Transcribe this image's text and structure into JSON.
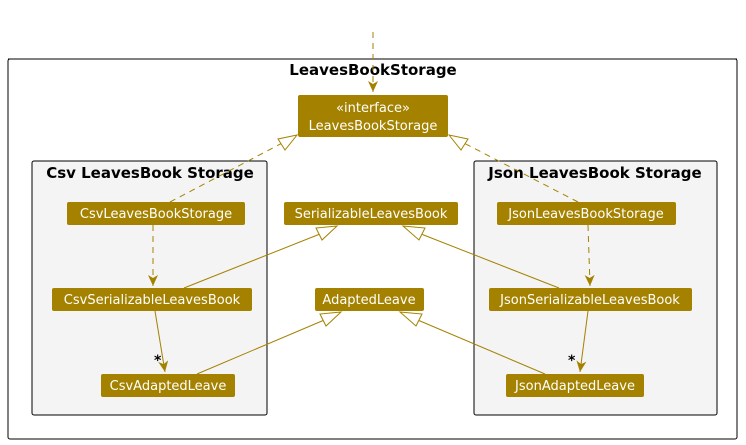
{
  "title": "LeavesBookStorage",
  "packages": {
    "csv": {
      "title": "Csv LeavesBook Storage"
    },
    "json": {
      "title": "Json LeavesBook Storage"
    }
  },
  "classes": {
    "interface_stereotype": "«interface»",
    "interface_name": "LeavesBookStorage",
    "csv_storage": "CsvLeavesBookStorage",
    "csv_serializable": "CsvSerializableLeavesBook",
    "csv_adapted": "CsvAdaptedLeave",
    "serializable": "SerializableLeavesBook",
    "adapted": "AdaptedLeave",
    "json_storage": "JsonLeavesBookStorage",
    "json_serializable": "JsonSerializableLeavesBook",
    "json_adapted": "JsonAdaptedLeave"
  },
  "multiplicities": {
    "csv_adapted": "*",
    "json_adapted": "*"
  },
  "colors": {
    "class_fill": "#a48200",
    "class_text": "#ffffff",
    "edge": "#a48200",
    "package_fill": "#f4f4f4",
    "package_border": "#000000"
  }
}
